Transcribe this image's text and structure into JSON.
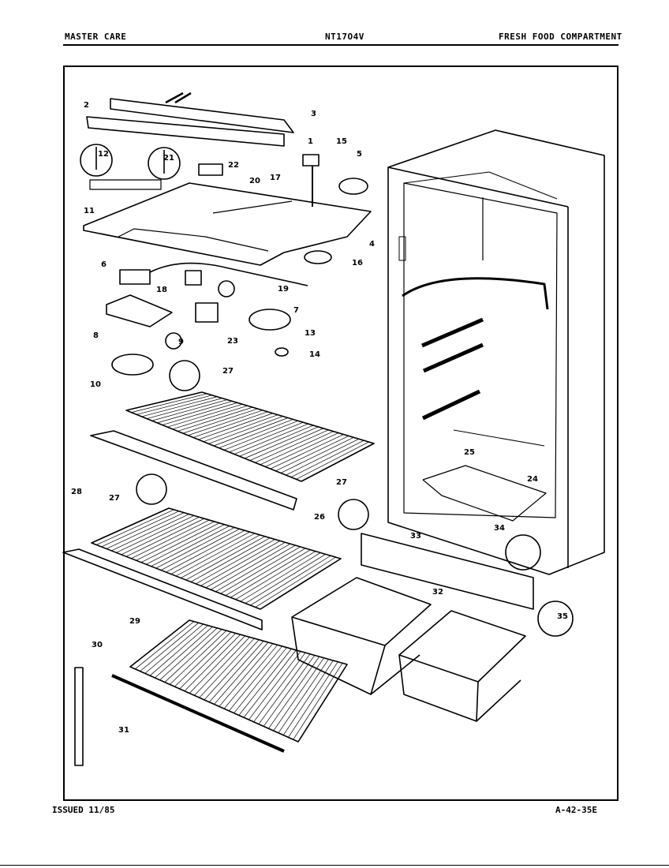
{
  "header": {
    "left": "MASTER CARE",
    "model": "NT17O4V",
    "right": "FRESH FOOD COMPARTMENT"
  },
  "footer": {
    "issued": "ISSUED 11/85",
    "code": "A-42-35E"
  },
  "callouts": [
    "1",
    "2",
    "3",
    "4",
    "5",
    "6",
    "7",
    "8",
    "9",
    "10",
    "11",
    "12",
    "13",
    "14",
    "15",
    "16",
    "17",
    "18",
    "19",
    "20",
    "21",
    "22",
    "23",
    "24",
    "25",
    "26",
    "27",
    "28",
    "29",
    "30",
    "31",
    "32",
    "33",
    "34",
    "35"
  ]
}
